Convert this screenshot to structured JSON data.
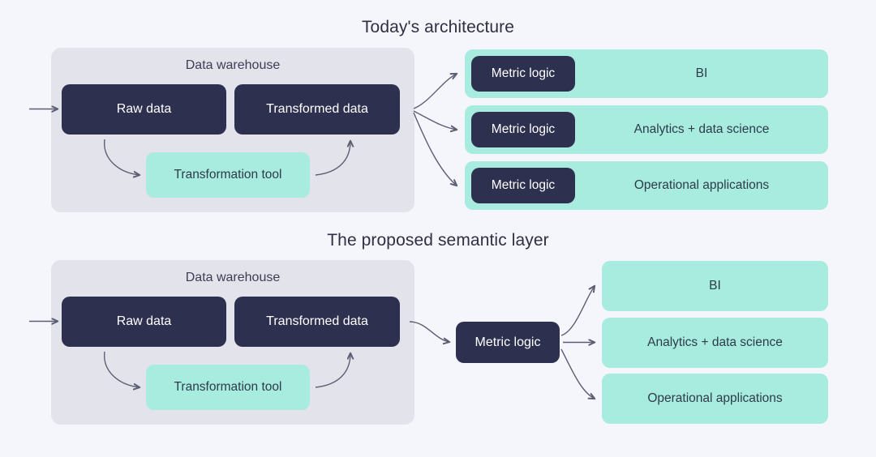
{
  "page": {
    "background_color": "#f5f5fc",
    "accent_dark": "#2e3050",
    "accent_mint": "#a7ecdf",
    "panel_gray": "#e3e3eb",
    "arrow_color": "#5b5f73"
  },
  "sections": {
    "top": {
      "title": "Today's architecture",
      "warehouse": {
        "label": "Data warehouse",
        "raw_data": "Raw data",
        "transformed_data": "Transformed data",
        "transformation_tool": "Transformation tool"
      },
      "consumers": [
        {
          "metric_logic": "Metric logic",
          "label": "BI"
        },
        {
          "metric_logic": "Metric logic",
          "label": "Analytics + data science"
        },
        {
          "metric_logic": "Metric logic",
          "label": "Operational applications"
        }
      ]
    },
    "bottom": {
      "title": "The proposed semantic layer",
      "warehouse": {
        "label": "Data warehouse",
        "raw_data": "Raw data",
        "transformed_data": "Transformed data",
        "transformation_tool": "Transformation tool"
      },
      "metric_logic": "Metric logic",
      "consumers": [
        {
          "label": "BI"
        },
        {
          "label": "Analytics + data science"
        },
        {
          "label": "Operational applications"
        }
      ]
    }
  }
}
